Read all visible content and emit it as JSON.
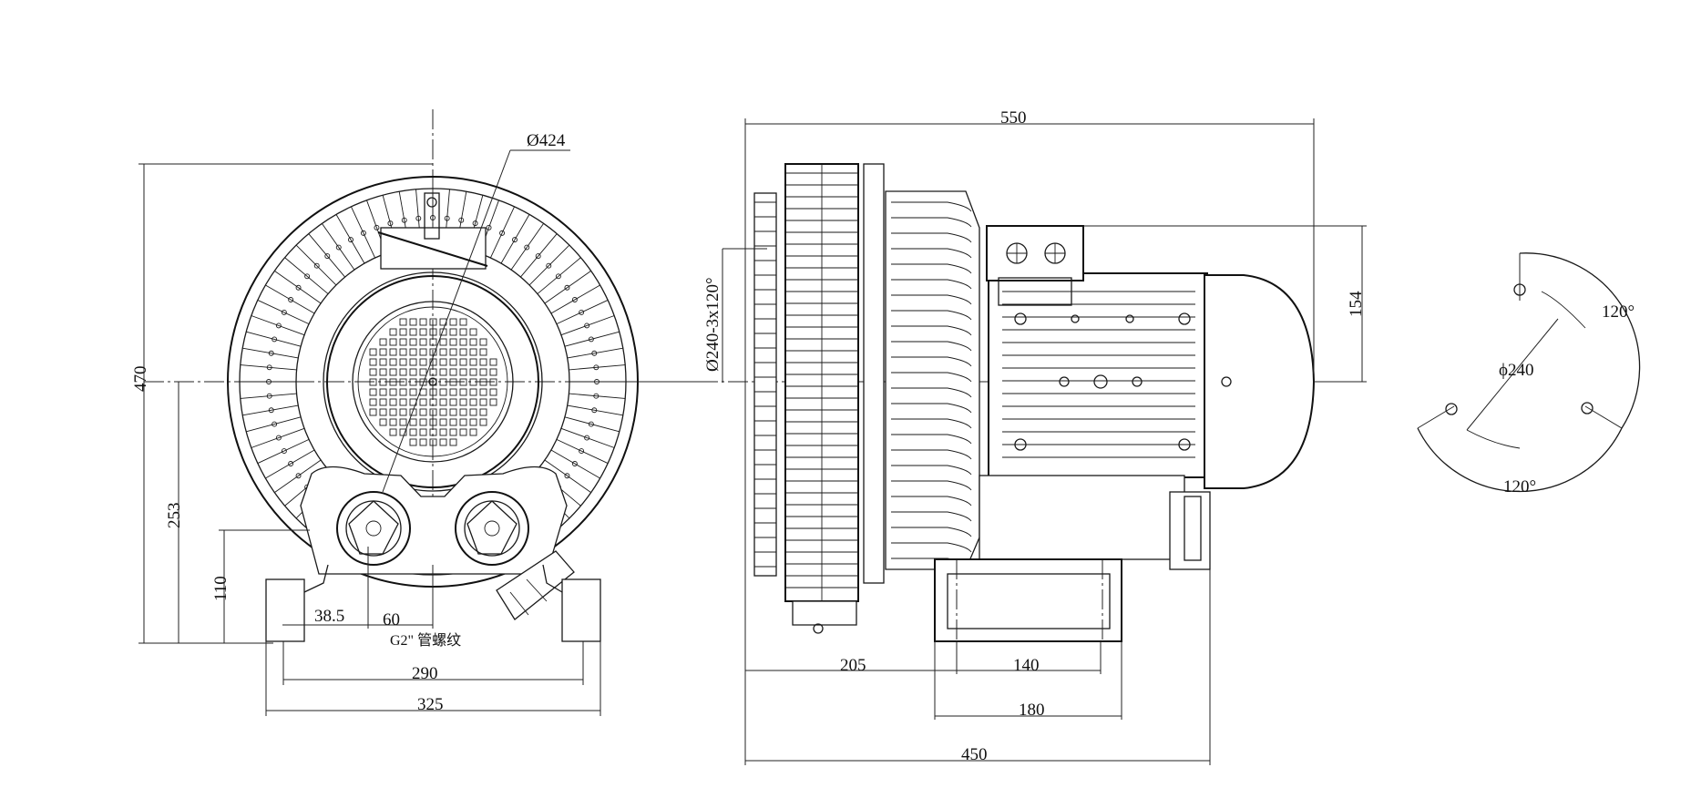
{
  "front_view": {
    "dims": {
      "diameter": "Ø424",
      "height_total": "470",
      "center_height": "253",
      "outlet_height": "110",
      "port_offset": "38.5",
      "port_spacing": "60",
      "thread_note": "G2\" 管螺纹",
      "foot_inner": "290",
      "foot_outer": "325"
    }
  },
  "side_view": {
    "dims": {
      "length_total": "550",
      "flange_bolt": "Ø240-3x120°",
      "box_height": "154",
      "base_offset": "205",
      "base_inner": "140",
      "base_outer": "180",
      "length_base": "450"
    }
  },
  "flange_view": {
    "dims": {
      "angle_top": "120°",
      "diameter": "ϕ240",
      "angle_bottom": "120°"
    }
  }
}
